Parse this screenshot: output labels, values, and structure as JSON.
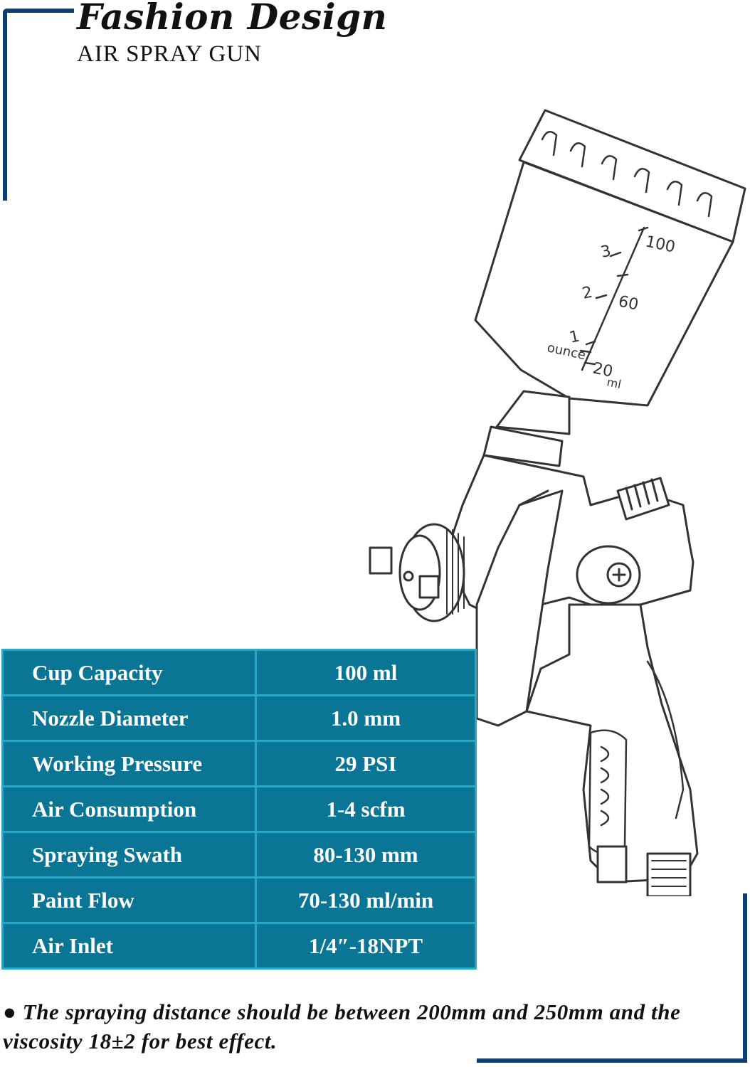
{
  "header": {
    "title": "Fashion Design",
    "subtitle": "AIR SPRAY GUN"
  },
  "cup_scale": {
    "ounce_unit": "ounce",
    "ml_unit": "ml",
    "ounce_marks": [
      "1",
      "2",
      "3"
    ],
    "ml_marks": [
      "20",
      "60",
      "100"
    ]
  },
  "specs": [
    {
      "label": "Cup Capacity",
      "value": "100 ml"
    },
    {
      "label": "Nozzle Diameter",
      "value": "1.0 mm"
    },
    {
      "label": "Working Pressure",
      "value": "29 PSI"
    },
    {
      "label": "Air Consumption",
      "value": "1-4 scfm"
    },
    {
      "label": "Spraying Swath",
      "value": "80-130 mm"
    },
    {
      "label": "Paint Flow",
      "value": "70-130 ml/min"
    },
    {
      "label": "Air Inlet",
      "value": "1/4″-18NPT"
    }
  ],
  "note": "● The spraying distance should be between 200mm and 250mm and the viscosity 18±2 for best effect.",
  "colors": {
    "frame": "#0e3f73",
    "table_bg": "#0b7596",
    "table_border": "#2aa7c4"
  }
}
